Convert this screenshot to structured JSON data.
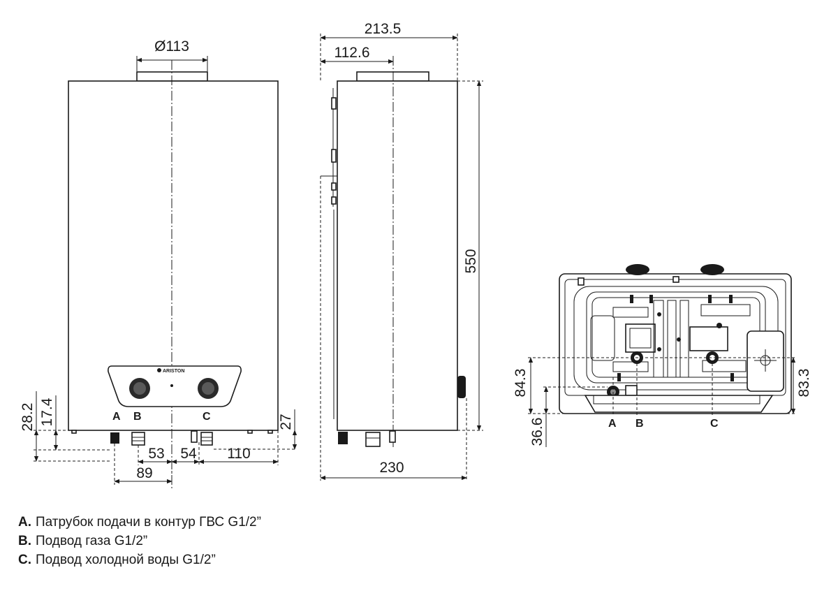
{
  "dimensions": {
    "flue_diameter": "Ø113",
    "depth_total": "213.5",
    "flue_offset": "112.6",
    "height": "550",
    "width": "230",
    "front_left_outer": "28.2",
    "front_left_inner": "17.4",
    "front_right": "27",
    "conn_a_b": "53",
    "conn_b_c": "54",
    "conn_c_right": "110",
    "left_to_center": "89",
    "bottom_left_upper": "84.3",
    "bottom_left_lower": "36.6",
    "bottom_right": "83.3"
  },
  "labels": {
    "front_a": "A",
    "front_b": "B",
    "front_c": "C",
    "bottom_a": "A",
    "bottom_b": "B",
    "bottom_c": "C",
    "brand": "ARISTON"
  },
  "legend": [
    {
      "key": "A.",
      "text": "Патрубок подачи в контур ГВС G1/2”"
    },
    {
      "key": "B.",
      "text": "Подвод газа G1/2”"
    },
    {
      "key": "C.",
      "text": "Подвод холодной воды G1/2”"
    }
  ]
}
